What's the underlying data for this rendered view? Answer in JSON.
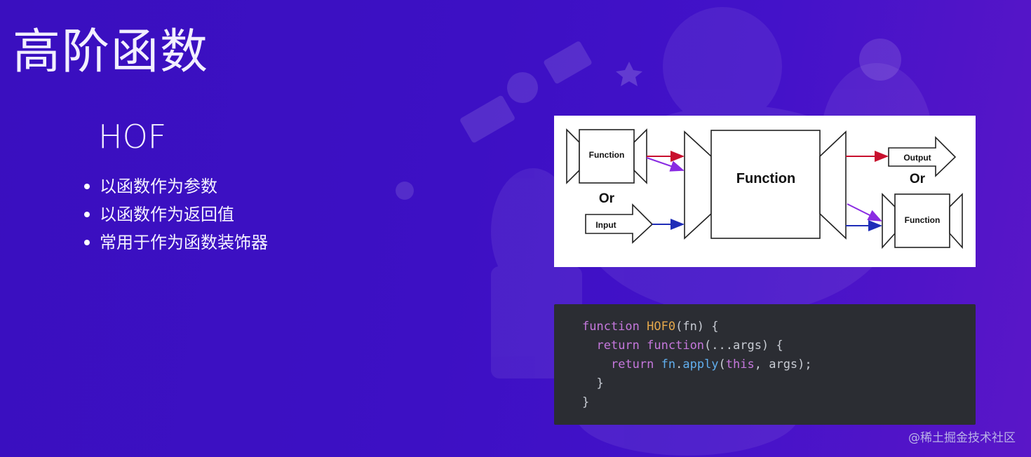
{
  "slide": {
    "title": "高阶函数",
    "subtitle": "HOF",
    "bullets": [
      "以函数作为参数",
      "以函数作为返回值",
      "常用于作为函数装饰器"
    ]
  },
  "diagram": {
    "left_box_label": "Function",
    "or_left": "Or",
    "input_label": "Input",
    "center_label": "Function",
    "output_label": "Output",
    "or_right": "Or",
    "right_box_label": "Function"
  },
  "code": {
    "line1": {
      "kw": "function",
      "name": "HOF0",
      "rest": "(fn) {"
    },
    "line2": {
      "indent": "  ",
      "kw1": "return",
      "kw2": "function",
      "rest": "(...args) {"
    },
    "line3": {
      "indent": "    ",
      "kw1": "return",
      "obj": "fn",
      "dot": ".",
      "method": "apply",
      "open": "(",
      "kw2": "this",
      "rest": ", args);"
    },
    "line4": "  }",
    "line5": "}"
  },
  "watermark": "@稀土掘金技术社区",
  "colors": {
    "background": "#3d10c4",
    "code_bg": "#2b2d33",
    "keyword": "#c678dd",
    "function_name": "#e5a84b",
    "method": "#61afef",
    "arrow_red": "#c8102e",
    "arrow_purple": "#8a2be2",
    "arrow_blue": "#1f2db8"
  }
}
